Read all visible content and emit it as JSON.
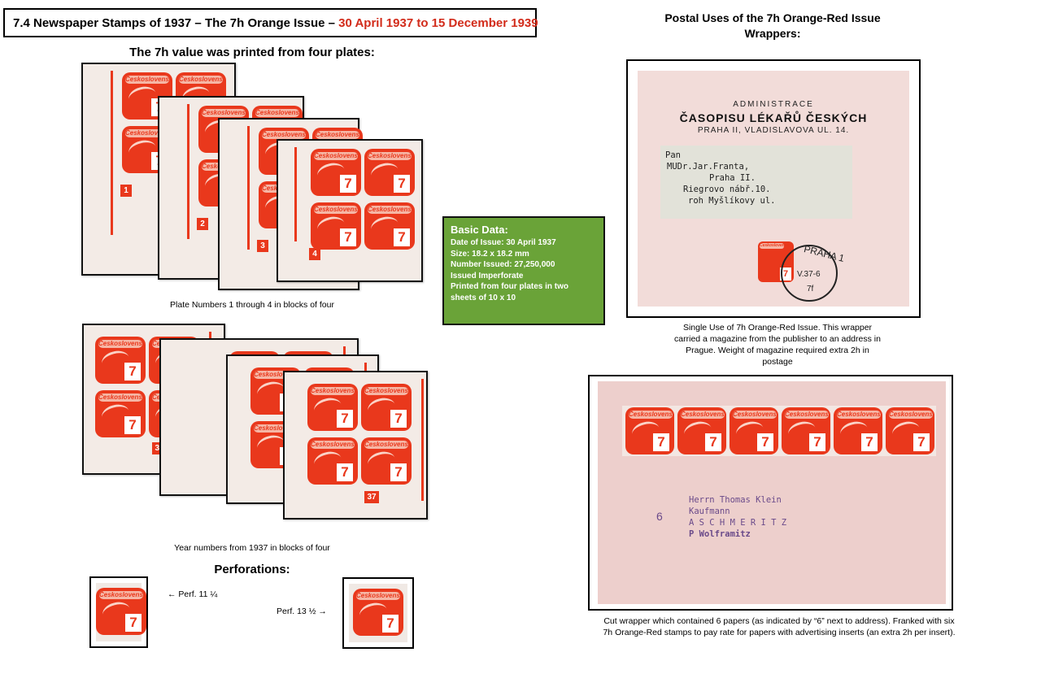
{
  "header": {
    "title_prefix": "7.4 Newspaper Stamps of 1937 – The 7h Orange Issue – ",
    "title_dates": "30 April 1937 to 15 December 1939"
  },
  "left": {
    "plates_heading": "The 7h value was printed from four plates:",
    "plates_caption": "Plate Numbers 1 through 4 in blocks of four",
    "plate_numbers": [
      "1",
      "2",
      "3",
      "4"
    ],
    "year_caption": "Year numbers from 1937 in blocks of four",
    "year_number": "37",
    "perf_heading": "Perforations:",
    "perf_11": "← Perf. 11 ¼",
    "perf_13": "Perf. 13 ½ →"
  },
  "stamp": {
    "country": "Československo",
    "value": "7",
    "unit": "h"
  },
  "basic_data": {
    "heading": "Basic Data:",
    "lines": [
      "Date of Issue: 30 April 1937",
      "Size: 18.2 x 18.2 mm",
      "Number Issued: 27,250,000",
      "Issued Imperforate",
      "Printed from four plates in two",
      "sheets of 10 x 10"
    ]
  },
  "right": {
    "heading_line1": "Postal Uses of the 7h Orange-Red Issue",
    "heading_line2": "Wrappers:",
    "wrapper1": {
      "line1": "ADMINISTRACE",
      "line2": "ČASOPISU LÉKAŘŮ ČESKÝCH",
      "line3": "PRAHA II, VLADISLAVOVA UL. 14.",
      "address": [
        "Pan",
        "MUDr.Jar.Franta,",
        "Praha II.",
        "Riegrovo nábř.10.",
        "roh Myšlíkovy ul."
      ],
      "postmark": "PRAHA 1",
      "postmark_date": "V.37-6",
      "postmark_code": "7f",
      "caption": "Single Use of 7h Orange-Red Issue. This wrapper carried a magazine from the publisher to an address in Prague. Weight of magazine required extra 2h in postage"
    },
    "wrapper2": {
      "count_mark": "6",
      "address": [
        "Herrn Thomas Klein",
        "Kaufmann",
        "A S C H M E R I T Z",
        "P Wolframitz"
      ],
      "caption": "Cut wrapper which contained 6 papers (as indicated by “6” next to address). Franked with six 7h Orange-Red stamps to pay rate for papers with advertising inserts (an extra 2h per insert)."
    }
  },
  "colors": {
    "accent_red": "#d22b1a",
    "stamp_orange": "#e9381c",
    "basic_green": "#6aa338"
  }
}
